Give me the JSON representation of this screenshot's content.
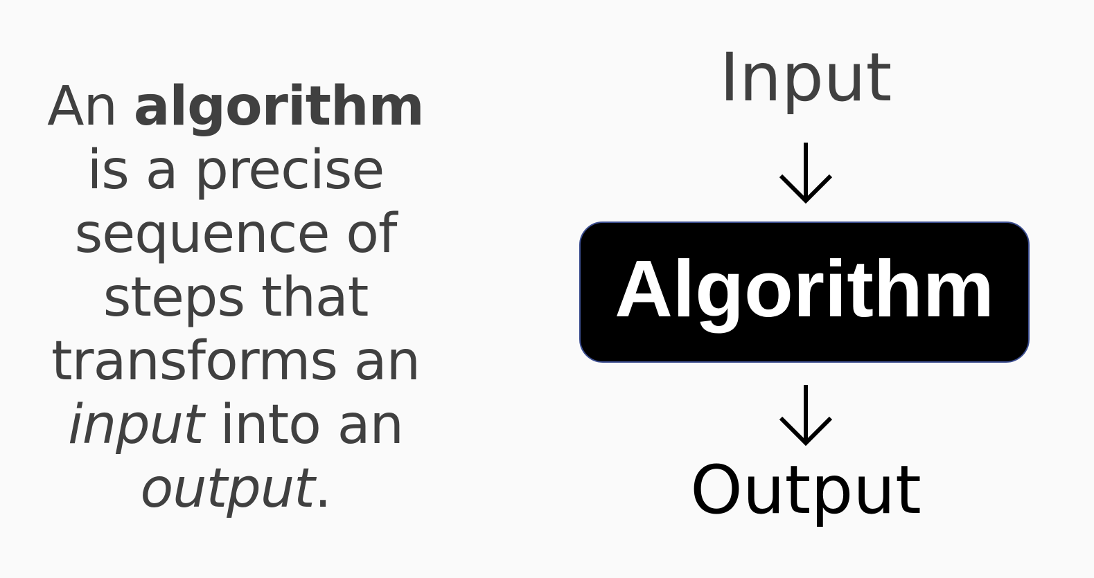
{
  "definition": {
    "lines": [
      {
        "pre": "An ",
        "bold": "algorithm"
      },
      {
        "text": "is a precise"
      },
      {
        "text": "sequence of"
      },
      {
        "text": "steps that"
      },
      {
        "text": "transforms an"
      },
      {
        "italic": "input",
        "post": " into an"
      },
      {
        "italic": "output",
        "post": "."
      }
    ]
  },
  "flow": {
    "input_label": "Input",
    "process_label": "Algorithm",
    "output_label": "Output",
    "arrow_icon": "arrow-down-icon"
  },
  "colors": {
    "background": "#fafafa",
    "text": "#404040",
    "box_fill": "#000000",
    "box_border": "#3b4d8f",
    "box_text": "#ffffff",
    "output_text": "#000000"
  }
}
